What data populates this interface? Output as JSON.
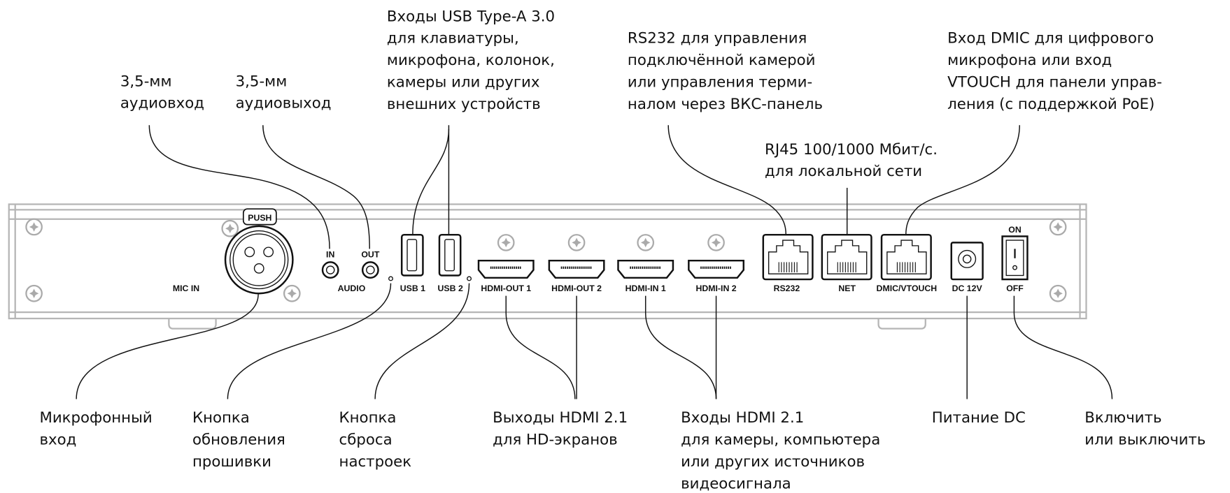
{
  "top_labels": {
    "audio_in": [
      "3,5-мм",
      "аудиовход"
    ],
    "audio_out": [
      "3,5-мм",
      "аудиовыход"
    ],
    "usb": [
      "Входы USB Type-A 3.0",
      "для клавиатуры,",
      "микрофона, колонок,",
      "камеры или других",
      "внешних устройств"
    ],
    "rs232": [
      "RS232 для управления",
      "подключённой камерой",
      "или управления терми-",
      "налом через ВКС-панель"
    ],
    "dmic": [
      "Вход DMIC для цифрового",
      "микрофона или вход",
      "VTOUCH для панели управ-",
      "ления (с поддержкой PoE)"
    ],
    "rj45": [
      "RJ45 100/1000 Мбит/с.",
      "для локальной сети"
    ]
  },
  "bottom_labels": {
    "mic": [
      "Микрофонный",
      "вход"
    ],
    "firmware": [
      "Кнопка",
      "обновления",
      "прошивки"
    ],
    "reset": [
      "Кнопка",
      "сброса",
      "настроек"
    ],
    "hdmi_out": [
      "Выходы HDMI 2.1",
      "для HD-экранов"
    ],
    "hdmi_in": [
      "Входы HDMI 2.1",
      "для камеры, компьютера",
      "или других источников",
      "видеосигнала"
    ],
    "dc": [
      "Питание DC"
    ],
    "power": [
      "Включить",
      "или выключить"
    ]
  },
  "panel": {
    "push": "PUSH",
    "mic_in": "MIC IN",
    "in": "IN",
    "out": "OUT",
    "audio": "AUDIO",
    "usb1": "USB 1",
    "usb2": "USB 2",
    "hdmi_out1": "HDMI-OUT 1",
    "hdmi_out2": "HDMI-OUT 2",
    "hdmi_in1": "HDMI-IN 1",
    "hdmi_in2": "HDMI-IN 2",
    "rs232": "RS232",
    "net": "NET",
    "dmic": "DMIC/VTOUCH",
    "dc": "DC 12V",
    "on": "ON",
    "off": "OFF"
  }
}
